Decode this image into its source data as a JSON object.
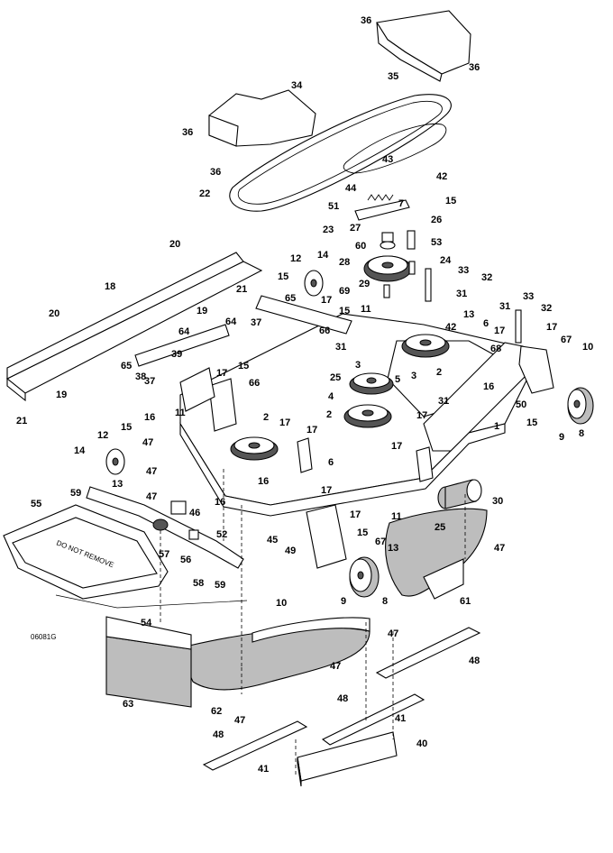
{
  "figure_code": "06081G",
  "callouts": {
    "c36a": "36",
    "c35": "35",
    "c36b": "36",
    "c34": "34",
    "c36c": "36",
    "c36d": "36",
    "c22": "22",
    "c43": "43",
    "c42a": "42",
    "c44": "44",
    "c7": "7",
    "c15a": "15",
    "c51": "51",
    "c26": "26",
    "c23": "23",
    "c27": "27",
    "c60": "60",
    "c53": "53",
    "c28": "28",
    "c24": "24",
    "c33a": "33",
    "c32a": "32",
    "c29": "29",
    "c69": "69",
    "c31a": "31",
    "c20a": "20",
    "c12a": "12",
    "c14a": "14",
    "c18": "18",
    "c21a": "21",
    "c15b": "15",
    "c65a": "65",
    "c17a": "17",
    "c15c": "15",
    "c11a": "11",
    "c13a": "13",
    "c20b": "20",
    "c19a": "19",
    "c64a": "64",
    "c37a": "37",
    "c64b": "64",
    "c66a": "66",
    "c31b": "31",
    "c42b": "42",
    "c6a": "6",
    "c17b": "17",
    "c68": "68",
    "c31c": "31",
    "c33b": "33",
    "c32b": "32",
    "c17c": "17",
    "c67a": "67",
    "c10a": "10",
    "c39": "39",
    "c65b": "65",
    "c38": "38",
    "c37b": "37",
    "c19b": "19",
    "c21b": "21",
    "c17d": "17",
    "c15d": "15",
    "c66b": "66",
    "c3a": "3",
    "c25a": "25",
    "c5": "5",
    "c4": "4",
    "c3b": "3",
    "c2a": "2",
    "c16a": "16",
    "c2b": "2",
    "c17e": "17",
    "c31d": "31",
    "c50": "50",
    "c15e": "15",
    "c9a": "9",
    "c8a": "8",
    "c16b": "16",
    "c11b": "11",
    "c2c": "2",
    "c17f": "17",
    "c17g": "17",
    "c1": "1",
    "c47a": "47",
    "c12b": "12",
    "c15f": "15",
    "c14b": "14",
    "c47b": "47",
    "c13b": "13",
    "c47c": "47",
    "c6b": "6",
    "c17h": "17",
    "c59a": "59",
    "c16c": "16",
    "c16d": "16",
    "c30": "30",
    "c46": "46",
    "c17i": "17",
    "c55": "55",
    "c17j": "17",
    "c11c": "11",
    "c25b": "25",
    "c57": "57",
    "c56": "56",
    "c52": "52",
    "c45": "45",
    "c15g": "15",
    "c49": "49",
    "c67b": "67",
    "c13c": "13",
    "c47d": "47",
    "c58": "58",
    "c59b": "59",
    "c10b": "10",
    "c9b": "9",
    "c8b": "8",
    "c61": "61",
    "c54": "54",
    "c47e": "47",
    "c48a": "48",
    "c47f": "47",
    "c63": "63",
    "c62": "62",
    "c47g": "47",
    "c48b": "48",
    "c41a": "41",
    "c40": "40",
    "c48c": "48",
    "c41b": "41"
  }
}
